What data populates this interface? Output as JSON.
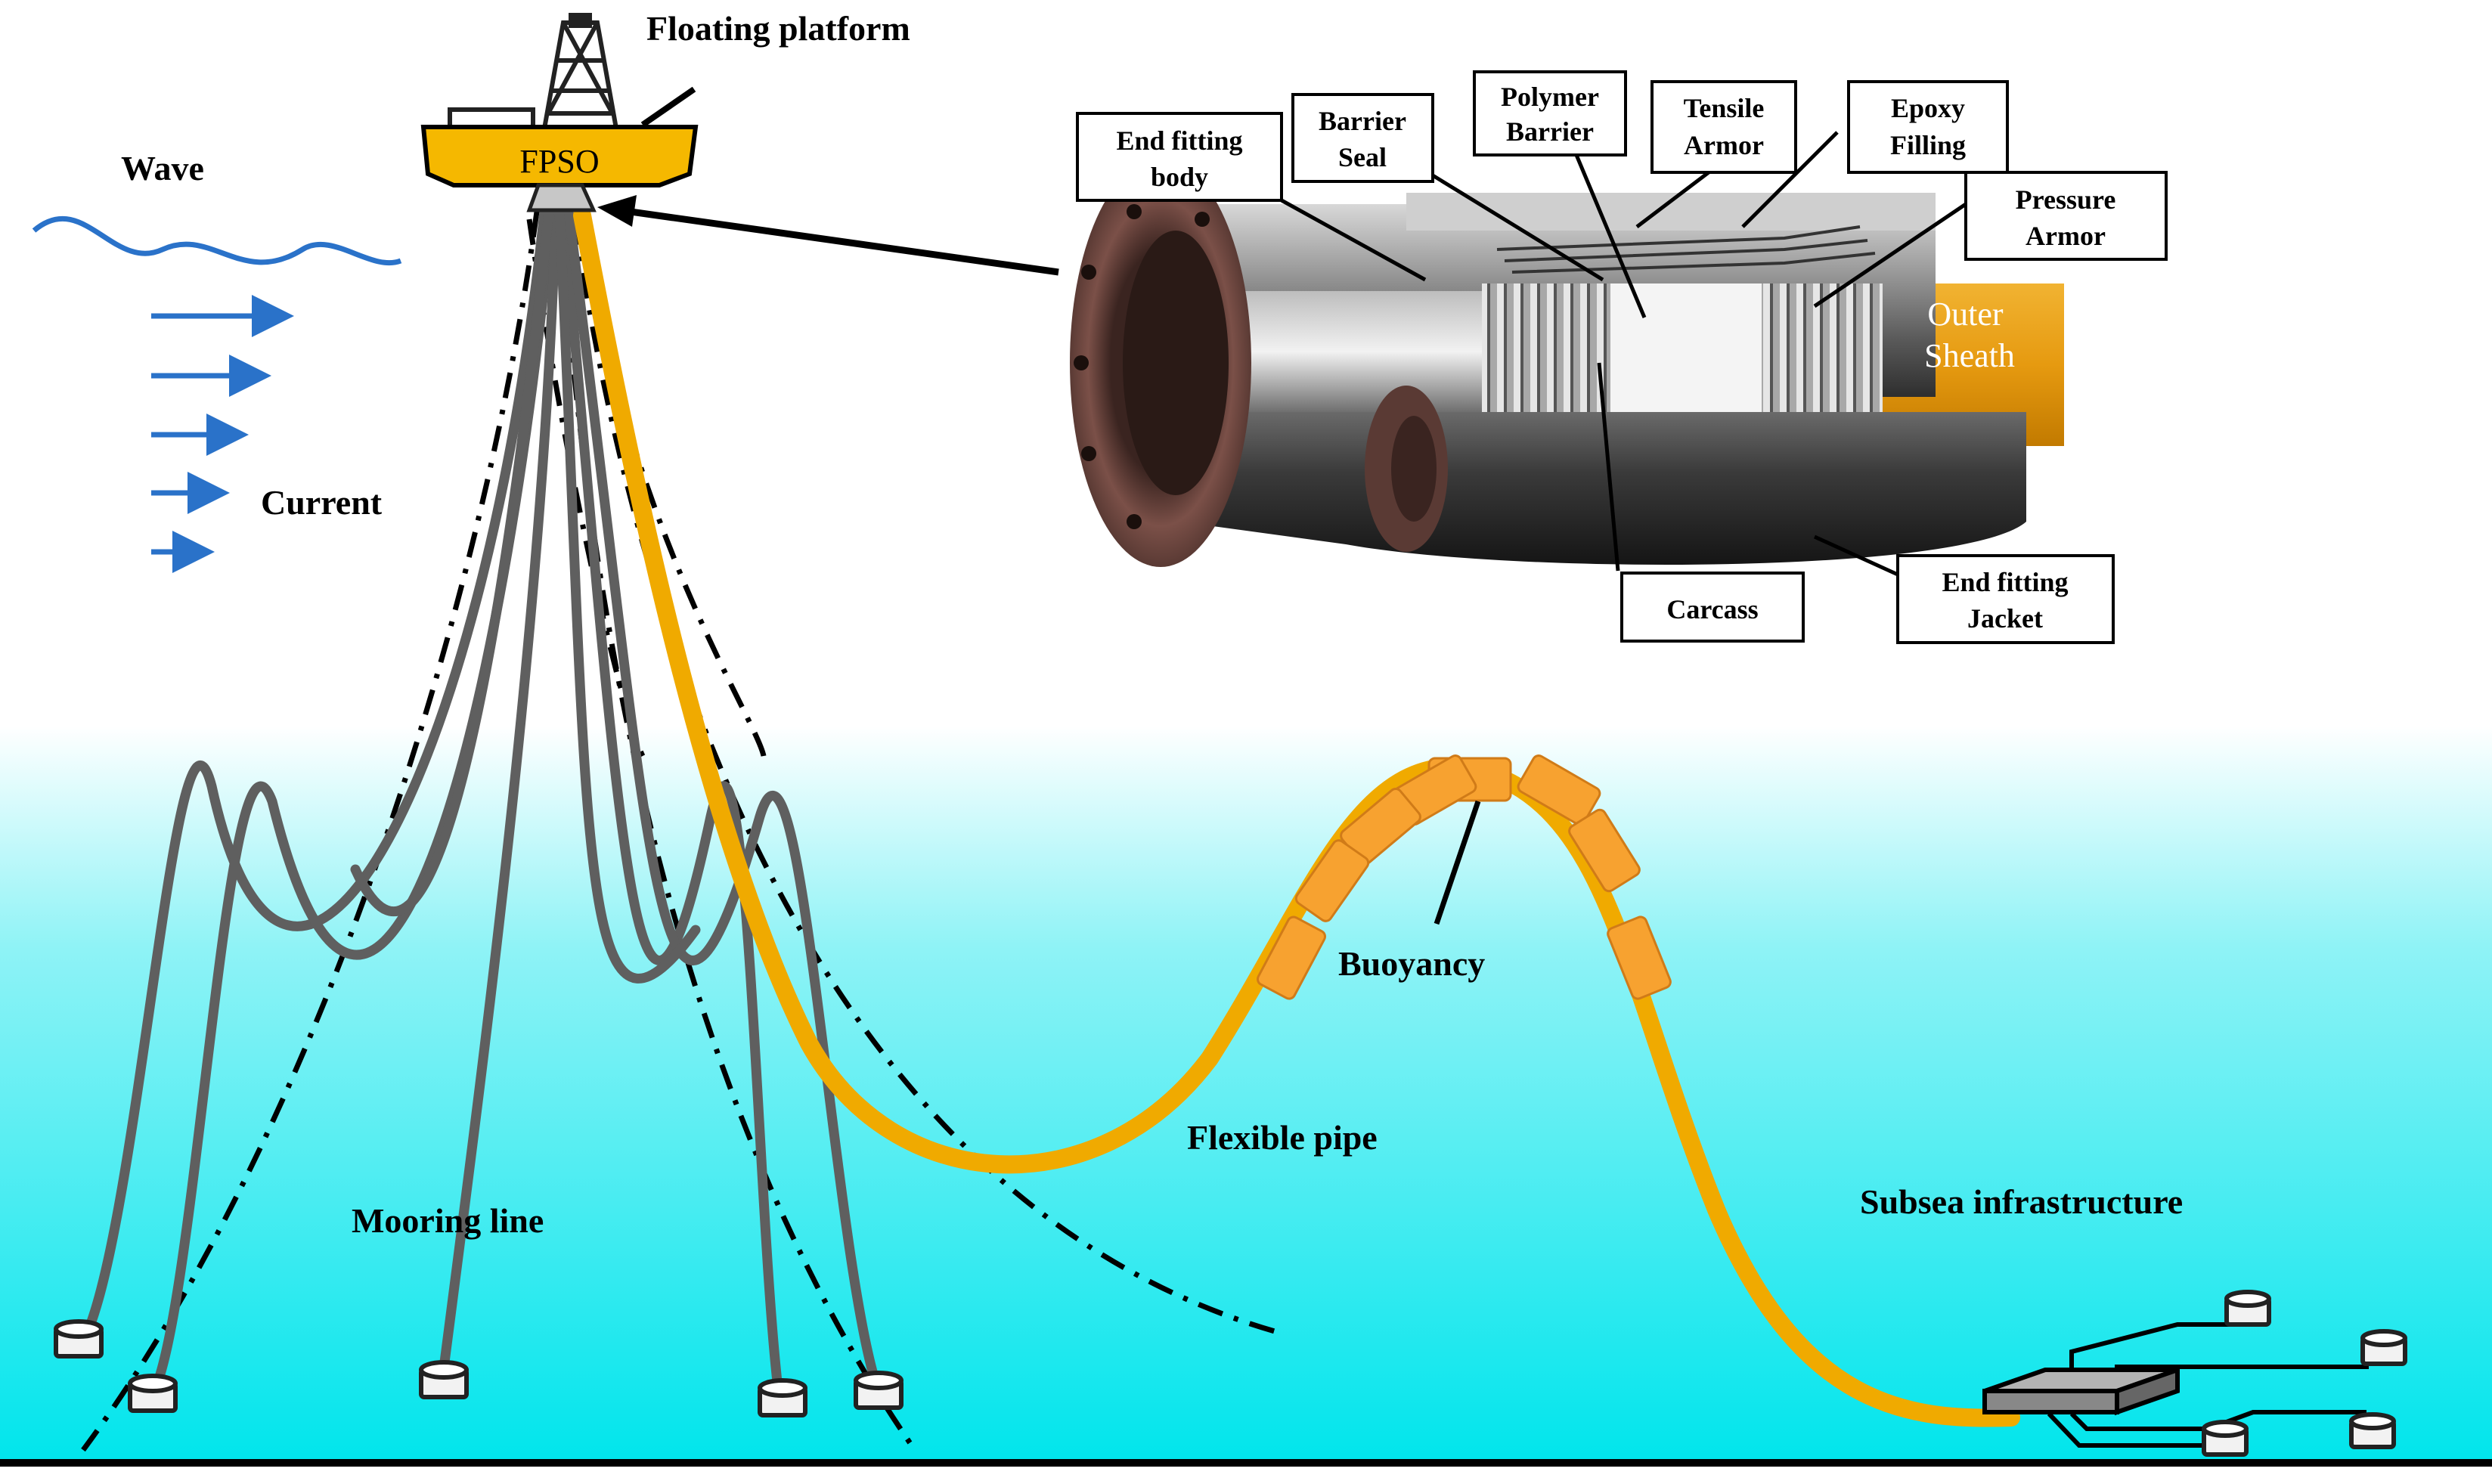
{
  "colors": {
    "sea_top": "#ffffff",
    "sea_bottom": "#00e5ec",
    "mooring": "#5f5f5f",
    "pipe": "#f0aa00",
    "buoyancy": "#f7a230",
    "wave": "#2a72c9",
    "fpso": "#f5b800",
    "seabed": "#000000"
  },
  "labels": {
    "floating_platform": "Floating platform",
    "fpso": "FPSO",
    "wave": "Wave",
    "current": "Current",
    "mooring_line": "Mooring line",
    "flexible_pipe": "Flexible pipe",
    "buoyancy": "Buoyancy",
    "subsea_infrastructure": "Subsea infrastructure"
  },
  "end_fitting": {
    "outer_sheath": [
      "Outer",
      "Sheath"
    ],
    "callouts": {
      "end_fitting_body": [
        "End fitting",
        "body"
      ],
      "barrier_seal": [
        "Barrier",
        "Seal"
      ],
      "polymer_barrier": [
        "Polymer",
        "Barrier"
      ],
      "tensile_armor": [
        "Tensile",
        "Armor"
      ],
      "epoxy_filling": [
        "Epoxy",
        "Filling"
      ],
      "pressure_armor": [
        "Pressure",
        "Armor"
      ],
      "carcass": [
        "Carcass"
      ],
      "end_fitting_jacket": [
        "End fitting",
        "Jacket"
      ]
    }
  },
  "icons": [
    "derrick-icon",
    "current-arrow-icon",
    "anchor-pile-icon",
    "manifold-icon"
  ]
}
